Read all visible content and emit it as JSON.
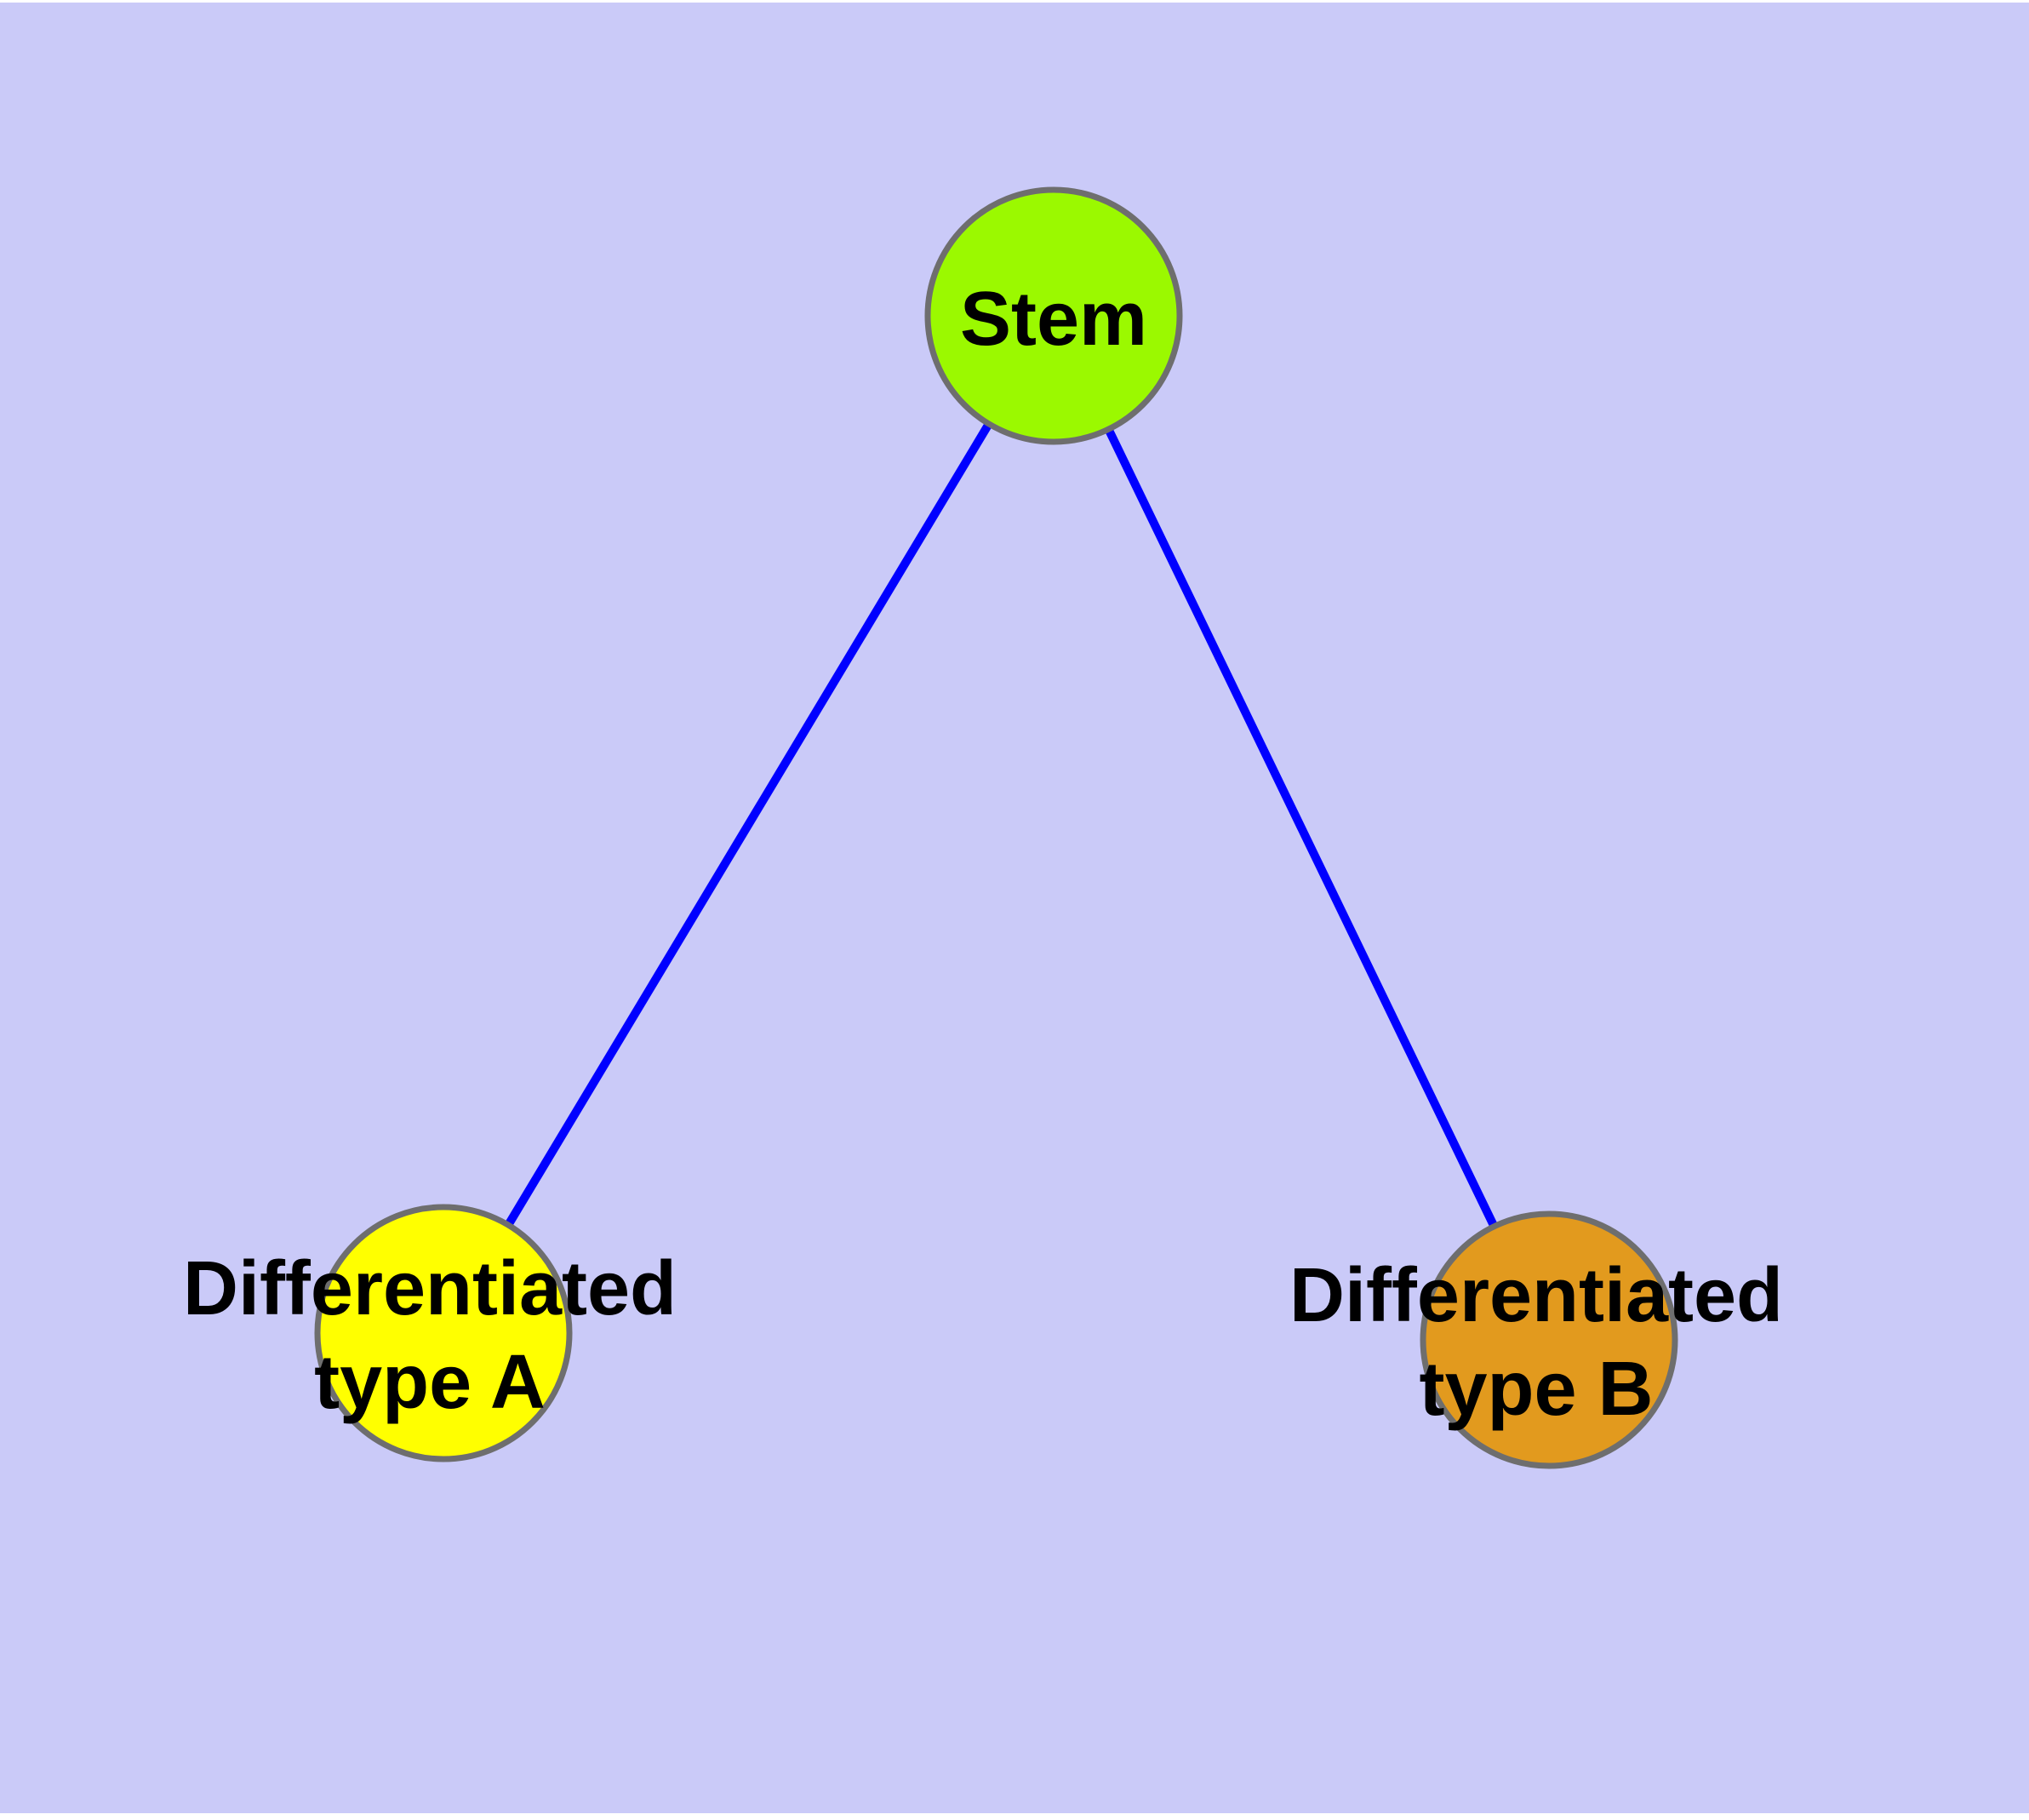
{
  "diagram": {
    "type": "node-link-graph",
    "nodes": {
      "stem": {
        "label": "Stem",
        "fill": "#9BF900"
      },
      "type_a": {
        "label_line1": "Differentiated",
        "label_line2": "type A",
        "fill": "#FFFF00"
      },
      "type_b": {
        "label_line1": "Differentiated",
        "label_line2": "type B",
        "fill": "#E29A1E"
      }
    },
    "edges": [
      {
        "from": "Stem",
        "to": "Differentiated type A"
      },
      {
        "from": "Stem",
        "to": "Differentiated type B"
      }
    ]
  },
  "colors": {
    "page": "#FFFFFF",
    "background": "#CACAF8",
    "edge_line": "#0000FF",
    "node_border": "#6E6E6E",
    "label_text": "#000000"
  }
}
